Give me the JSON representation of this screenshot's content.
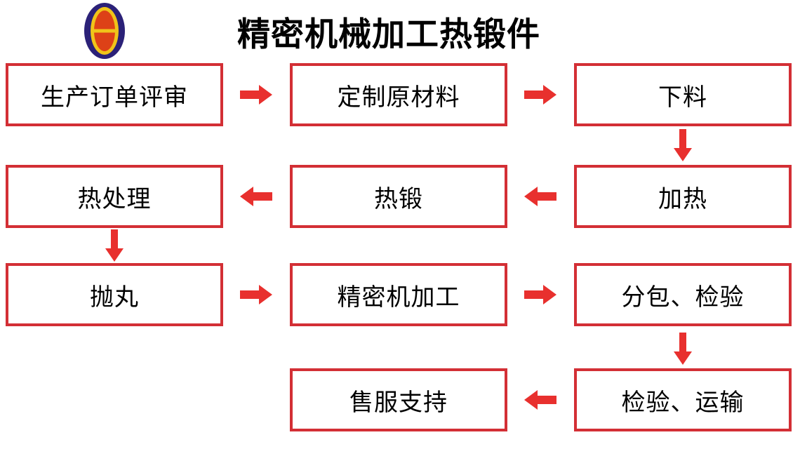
{
  "title": "精密机械加工热锻件",
  "logo": {
    "name": "theta-oval-logo"
  },
  "colors": {
    "box_border": "#d32f35",
    "arrow": "#e8302e",
    "text": "#000000",
    "background": "#ffffff",
    "logo_outer": "#2b2178",
    "logo_ring": "#f0c419",
    "logo_fill": "#dd4117"
  },
  "flowchart": {
    "nodes": [
      {
        "label": "生产订单评审",
        "row": 0,
        "col": 0
      },
      {
        "label": "定制原材料",
        "row": 0,
        "col": 1
      },
      {
        "label": "下料",
        "row": 0,
        "col": 2
      },
      {
        "label": "热处理",
        "row": 1,
        "col": 0
      },
      {
        "label": "热锻",
        "row": 1,
        "col": 1
      },
      {
        "label": "加热",
        "row": 1,
        "col": 2
      },
      {
        "label": "抛丸",
        "row": 2,
        "col": 0
      },
      {
        "label": "精密机加工",
        "row": 2,
        "col": 1
      },
      {
        "label": "分包、检验",
        "row": 2,
        "col": 2
      },
      {
        "label": "售服支持",
        "row": 3,
        "col": 1
      },
      {
        "label": "检验、运输",
        "row": 3,
        "col": 2
      }
    ],
    "connections": [
      {
        "from": "生产订单评审",
        "to": "定制原材料",
        "direction": "right"
      },
      {
        "from": "定制原材料",
        "to": "下料",
        "direction": "right"
      },
      {
        "from": "下料",
        "to": "加热",
        "direction": "down"
      },
      {
        "from": "加热",
        "to": "热锻",
        "direction": "left"
      },
      {
        "from": "热锻",
        "to": "热处理",
        "direction": "left"
      },
      {
        "from": "热处理",
        "to": "抛丸",
        "direction": "down"
      },
      {
        "from": "抛丸",
        "to": "精密机加工",
        "direction": "right"
      },
      {
        "from": "精密机加工",
        "to": "分包、检验",
        "direction": "right"
      },
      {
        "from": "分包、检验",
        "to": "检验、运输",
        "direction": "down"
      },
      {
        "from": "检验、运输",
        "to": "售服支持",
        "direction": "left"
      }
    ]
  }
}
